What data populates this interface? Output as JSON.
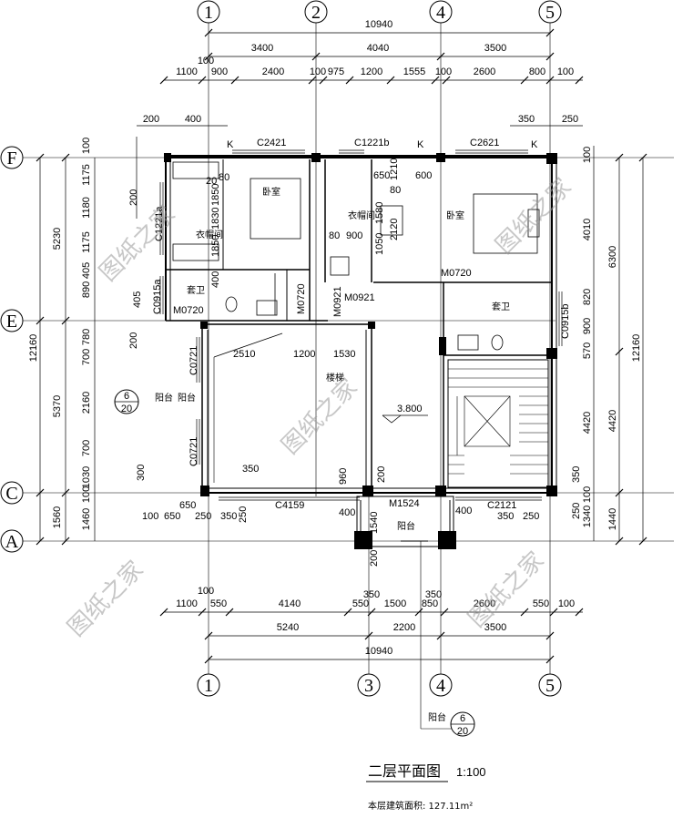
{
  "axes": {
    "top": [
      "1",
      "2",
      "4",
      "5"
    ],
    "bottom": [
      "1",
      "3",
      "4",
      "5"
    ],
    "left": [
      "F",
      "E",
      "C",
      "A"
    ]
  },
  "dims": {
    "top_total": "10940",
    "top_row1": [
      "3400",
      "4040",
      "3500"
    ],
    "top_row2": [
      "100",
      "1100",
      "900",
      "2400",
      "100",
      "975",
      "1200",
      "1555",
      "100",
      "2600",
      "800",
      "100"
    ],
    "top_small": [
      "200",
      "400",
      "350",
      "250"
    ],
    "bottom_row1": [
      "100",
      "1100",
      "550",
      "4140",
      "550",
      "1500",
      "850",
      "2600",
      "550",
      "100"
    ],
    "bottom_row2": [
      "5240",
      "2200",
      "3500"
    ],
    "bottom_total": "10940",
    "bottom_small": [
      "350",
      "350"
    ],
    "left_total": "12160",
    "left_row1": [
      "5230",
      "5370",
      "1560"
    ],
    "left_row2": [
      "100",
      "1175",
      "1180",
      "1175",
      "890",
      "405",
      "700",
      "780",
      "2160",
      "700",
      "1030",
      "100",
      "1460"
    ],
    "right_total": "12160",
    "right_row1": [
      "6300",
      "4420",
      "1440"
    ],
    "right_row2": [
      "100",
      "4010",
      "820",
      "900",
      "570",
      "4420",
      "100",
      "1340"
    ],
    "interior": [
      "80",
      "20",
      "1850",
      "1830",
      "1850",
      "400",
      "405",
      "200",
      "200",
      "650",
      "80",
      "1210",
      "1580",
      "1050",
      "2120",
      "900",
      "80",
      "600",
      "650",
      "2510",
      "1200",
      "1530",
      "350",
      "960",
      "200",
      "300",
      "100",
      "650",
      "250",
      "350",
      "250",
      "400",
      "1540",
      "200",
      "400",
      "350",
      "250",
      "350",
      "250",
      "3.800"
    ]
  },
  "rooms": [
    "卧室",
    "卧室",
    "衣帽间",
    "衣帽间",
    "套卫",
    "套卫",
    "楼梯",
    "阳台",
    "阳台",
    "阳台",
    "阳台"
  ],
  "codes": [
    "C2421",
    "C1221b",
    "C2621",
    "C1221a",
    "C0915a",
    "M0720",
    "M0720",
    "M0921",
    "M0921",
    "M0720",
    "C0915b",
    "C0721",
    "C0721",
    "C4159",
    "M1524",
    "C2121",
    "K",
    "K",
    "K"
  ],
  "detail_ref": {
    "num": "6",
    "sheet": "20"
  },
  "title": "二层平面图",
  "scale": "1:100",
  "area_note": "本层建筑面积: 127.11m²",
  "watermark": "图纸之家"
}
